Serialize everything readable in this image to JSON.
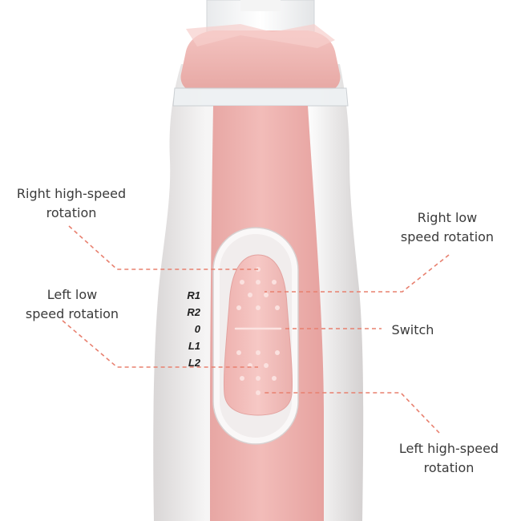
{
  "callouts": {
    "right_high": [
      "Right high-speed",
      "rotation"
    ],
    "right_low": [
      "Right low",
      "speed rotation"
    ],
    "left_low": [
      "Left low",
      "speed rotation"
    ],
    "switch": "Switch",
    "left_high": [
      "Left high-speed",
      "rotation"
    ]
  },
  "switch_marks": [
    "R1",
    "R2",
    "0",
    "L1",
    "L2"
  ],
  "colors": {
    "body_pink": "#efb3b1",
    "body_white": "#f7f5f5",
    "leader_line": "#e8806f",
    "label_text": "#3a3a3a"
  }
}
